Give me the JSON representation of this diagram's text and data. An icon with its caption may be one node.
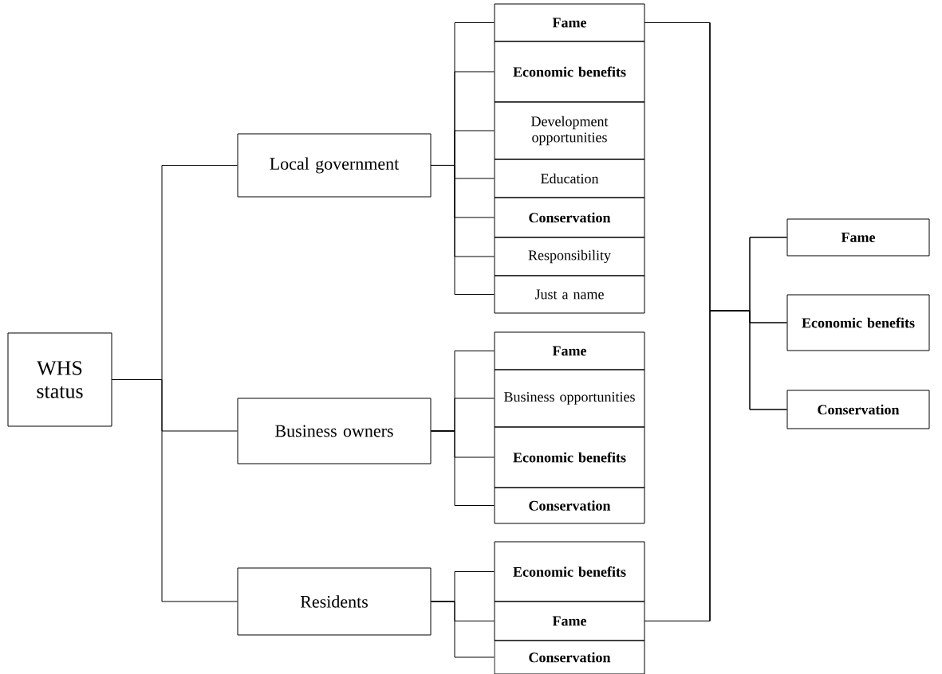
{
  "diagram": {
    "nodes": [
      {
        "text": [
          "WHS status"
        ]
      },
      {
        "text": [
          "Local government"
        ]
      },
      {
        "text": [
          "Business owners"
        ]
      },
      {
        "text": [
          "Residents"
        ]
      },
      {
        "text": [
          "Fame"
        ]
      },
      {
        "text": [
          "Economic benefits"
        ]
      },
      {
        "text": [
          "Development opportunities"
        ]
      },
      {
        "text": [
          "Education"
        ]
      },
      {
        "text": [
          "Conservation"
        ]
      },
      {
        "text": [
          "Responsibility"
        ]
      },
      {
        "text": [
          "Just a name"
        ]
      },
      {
        "text": [
          "Fame"
        ]
      },
      {
        "text": [
          "Business opportunities"
        ]
      },
      {
        "text": [
          "Economic benefits"
        ]
      },
      {
        "text": [
          "Conservation"
        ]
      },
      {
        "text": [
          "Economic benefits"
        ]
      },
      {
        "text": [
          "Fame"
        ]
      },
      {
        "text": [
          "Conservation"
        ]
      },
      {
        "text": [
          "Fame"
        ]
      },
      {
        "text": [
          "Economic benefits"
        ]
      },
      {
        "text": [
          "Conservation"
        ]
      }
    ],
    "edges": [
      {
        "from": 0,
        "to": 1,
        "arrow": "none"
      },
      {
        "from": 0,
        "to": 2,
        "arrow": "none"
      },
      {
        "from": 0,
        "to": 3,
        "arrow": "none"
      },
      {
        "from": 1,
        "to": 4,
        "arrow": "none"
      },
      {
        "from": 1,
        "to": 5,
        "arrow": "none"
      },
      {
        "from": 1,
        "to": 6,
        "arrow": "none"
      },
      {
        "from": 1,
        "to": 7,
        "arrow": "none"
      },
      {
        "from": 1,
        "to": 8,
        "arrow": "none"
      },
      {
        "from": 1,
        "to": 9,
        "arrow": "none"
      },
      {
        "from": 1,
        "to": 10,
        "arrow": "none"
      },
      {
        "from": 2,
        "to": 11,
        "arrow": "none"
      },
      {
        "from": 2,
        "to": 12,
        "arrow": "none"
      },
      {
        "from": 2,
        "to": 13,
        "arrow": "none"
      },
      {
        "from": 2,
        "to": 14,
        "arrow": "none"
      },
      {
        "from": 3,
        "to": 15,
        "arrow": "none"
      },
      {
        "from": 3,
        "to": 16,
        "arrow": "none"
      },
      {
        "from": 3,
        "to": 17,
        "arrow": "none"
      },
      {
        "from": 4,
        "to": 18,
        "arrow": "none"
      },
      {
        "from": 4,
        "to": 19,
        "arrow": "none"
      },
      {
        "from": 4,
        "to": 20,
        "arrow": "none"
      },
      {
        "from": 16,
        "to": 18,
        "arrow": "none"
      },
      {
        "from": 16,
        "to": 19,
        "arrow": "none"
      },
      {
        "from": 16,
        "to": 20,
        "arrow": "none"
      }
    ]
  }
}
